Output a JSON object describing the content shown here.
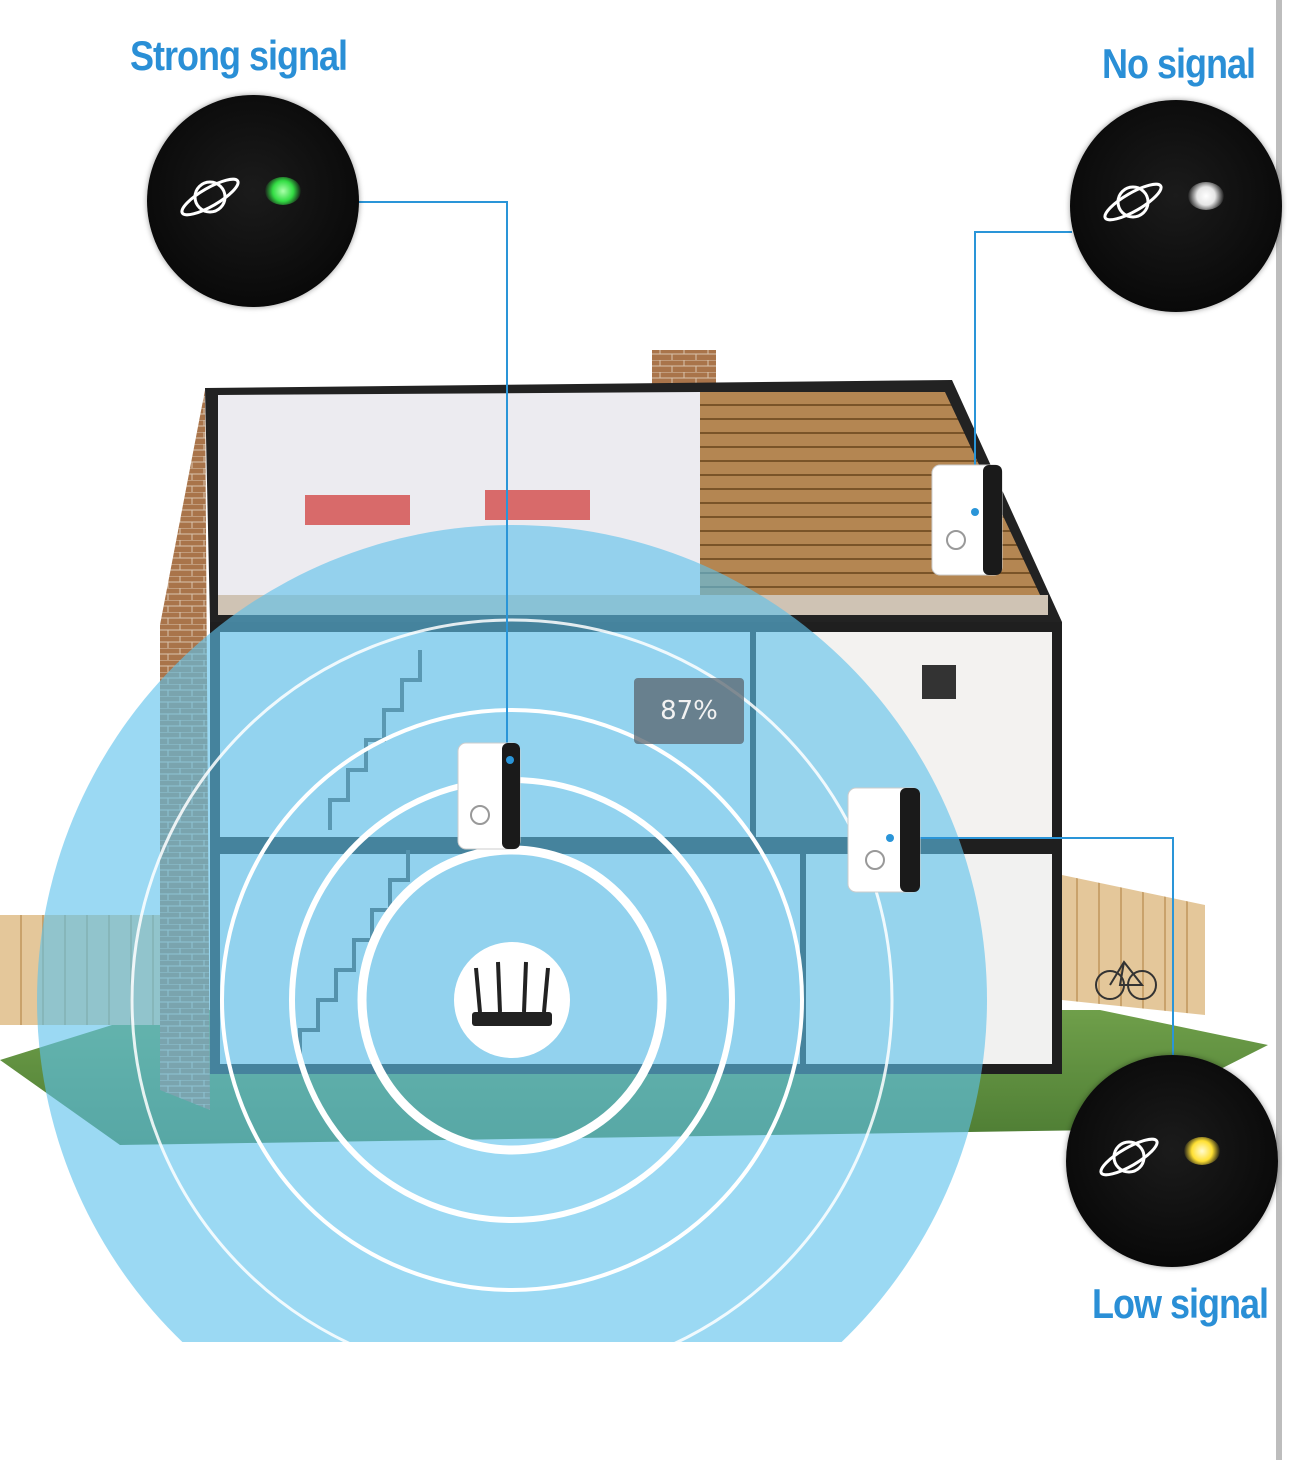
{
  "labels": {
    "strong": "Strong signal",
    "none": "No signal",
    "low": "Low signal"
  },
  "indicators": {
    "strong_color": "#33dd44",
    "none_color": "#e6e6e6",
    "low_color": "#ffe033",
    "icon": "planet-icon"
  },
  "overlay": {
    "percent": "87%"
  },
  "colors": {
    "label_blue": "#2a8fd6",
    "coverage_blue": "#5ec2ec",
    "connector_blue": "#2a95d8"
  }
}
